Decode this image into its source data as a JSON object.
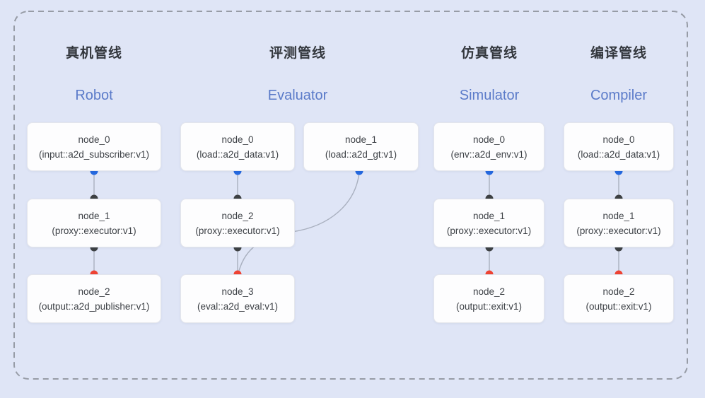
{
  "colors": {
    "canvas_bg": "#dfe5f6",
    "frame_border": "#979ca6",
    "line": "#a9b0bf",
    "blue_dot": "#2468e0",
    "black_dot": "#3d4043",
    "red_dot": "#ee4333",
    "heading_zh": "#33373d",
    "heading_en": "#5b7bc9",
    "card_bg": "#fdfdfe",
    "card_border": "#e4e6ec",
    "node_text": "#3d4146"
  },
  "pipelines": [
    {
      "id": "robot",
      "title_zh": "真机管线",
      "title_en": "Robot",
      "nodes": [
        {
          "name": "node_0",
          "type": "(input::a2d_subscriber:v1)"
        },
        {
          "name": "node_1",
          "type": "(proxy::executor:v1)"
        },
        {
          "name": "node_2",
          "type": "(output::a2d_publisher:v1)"
        }
      ]
    },
    {
      "id": "evaluator",
      "title_zh": "评测管线",
      "title_en": "Evaluator",
      "nodes": [
        {
          "name": "node_0",
          "type": "(load::a2d_data:v1)"
        },
        {
          "name": "node_1",
          "type": "(load::a2d_gt:v1)"
        },
        {
          "name": "node_2",
          "type": "(proxy::executor:v1)"
        },
        {
          "name": "node_3",
          "type": "(eval::a2d_eval:v1)"
        }
      ]
    },
    {
      "id": "simulator",
      "title_zh": "仿真管线",
      "title_en": "Simulator",
      "nodes": [
        {
          "name": "node_0",
          "type": "(env::a2d_env:v1)"
        },
        {
          "name": "node_1",
          "type": "(proxy::executor:v1)"
        },
        {
          "name": "node_2",
          "type": "(output::exit:v1)"
        }
      ]
    },
    {
      "id": "compiler",
      "title_zh": "编译管线",
      "title_en": "Compiler",
      "nodes": [
        {
          "name": "node_0",
          "type": "(load::a2d_data:v1)"
        },
        {
          "name": "node_1",
          "type": "(proxy::executor:v1)"
        },
        {
          "name": "node_2",
          "type": "(output::exit:v1)"
        }
      ]
    }
  ]
}
